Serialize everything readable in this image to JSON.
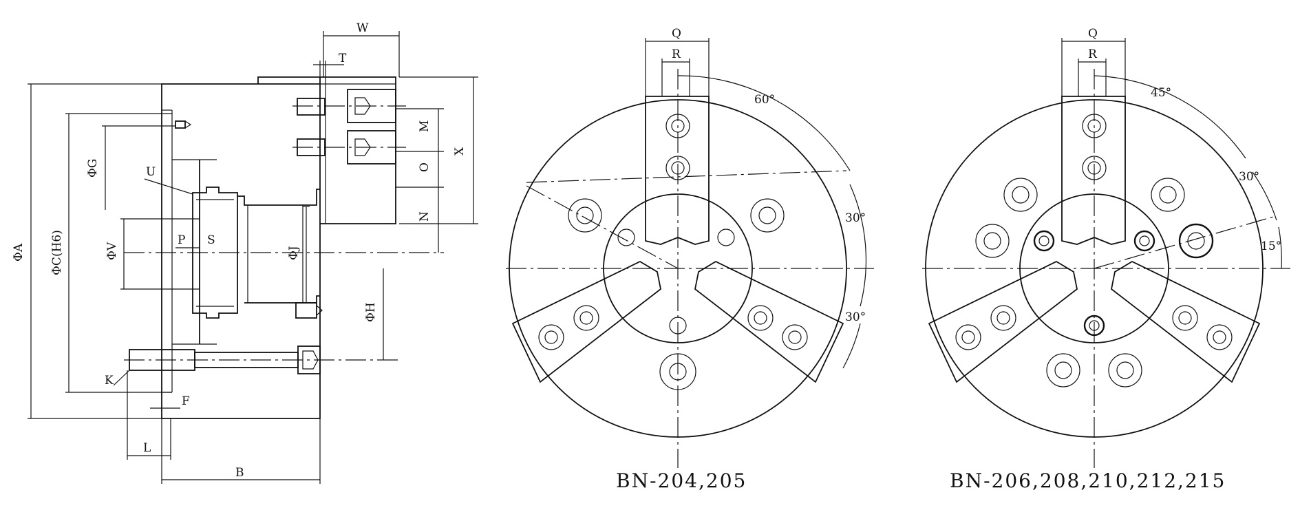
{
  "side_view": {
    "dims": {
      "w": "W",
      "t": "T",
      "x": "X",
      "m": "M",
      "o": "O",
      "n": "N",
      "phi_a": "ΦA",
      "phi_c": "ΦC(H6)",
      "phi_g": "ΦG",
      "phi_v": "ΦV",
      "phi_j": "ΦJ",
      "phi_h": "ΦH",
      "u": "U",
      "p": "P",
      "s": "S",
      "k": "K",
      "f": "F",
      "l": "L",
      "b": "B"
    }
  },
  "front_view_1": {
    "caption": "BN-204,205",
    "dims": {
      "q": "Q",
      "r": "R",
      "a60": "60°",
      "a30a": "30°",
      "a30b": "30°"
    }
  },
  "front_view_2": {
    "caption": "BN-206,208,210,212,215",
    "dims": {
      "q": "Q",
      "r": "R",
      "a45": "45°",
      "a30": "30°",
      "a15": "15°"
    }
  }
}
